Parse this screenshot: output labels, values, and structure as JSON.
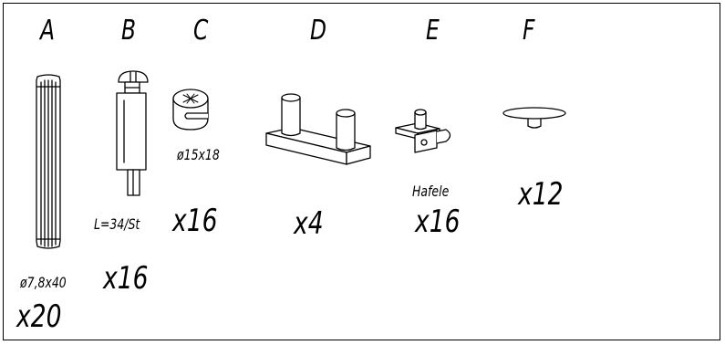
{
  "parts": [
    {
      "letter": "A",
      "dimension": "ø7,8x40",
      "quantity": "x20"
    },
    {
      "letter": "B",
      "dimension": "L=34/St",
      "quantity": "x16"
    },
    {
      "letter": "C",
      "dimension": "ø15x18",
      "quantity": "x16"
    },
    {
      "letter": "D",
      "dimension": "",
      "quantity": "x4"
    },
    {
      "letter": "E",
      "dimension": "Hafele",
      "quantity": "x16"
    },
    {
      "letter": "F",
      "dimension": "",
      "quantity": "x12"
    }
  ]
}
